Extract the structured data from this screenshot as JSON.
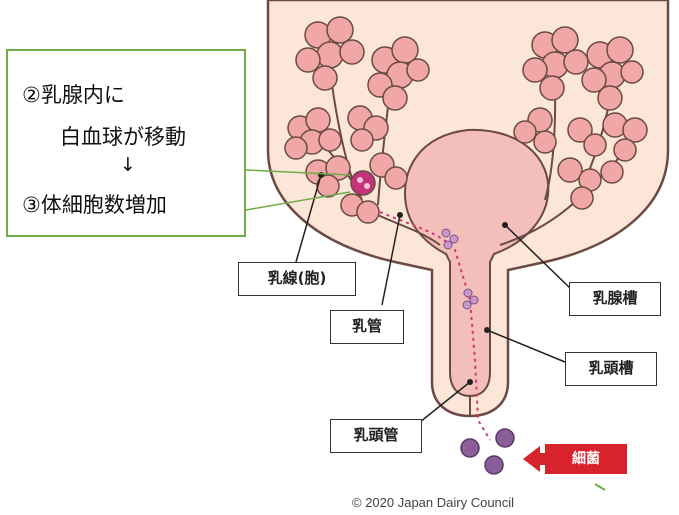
{
  "callout": {
    "line1": "②乳腺内に",
    "line2": "白血球が移動",
    "line3": "↓",
    "line4": "③体細胞数増加"
  },
  "labels": {
    "alveoli": "乳線(胞)",
    "duct": "乳管",
    "gland_cistern": "乳腺槽",
    "teat_cistern": "乳頭槽",
    "teat_canal": "乳頭管",
    "bacteria": "細菌"
  },
  "copyright": "© 2020 Japan Dairy Council",
  "colors": {
    "udder_fill": "#fbe6d8",
    "udder_line": "#6b4a44",
    "alveoli_fill": "#f0a7a5",
    "cistern_fill": "#f4bebb",
    "callout_border": "#70ad47",
    "bacteria": "#8a5e99",
    "leukocyte": "#c5337a",
    "bacteria_tag": "#d9232c"
  }
}
